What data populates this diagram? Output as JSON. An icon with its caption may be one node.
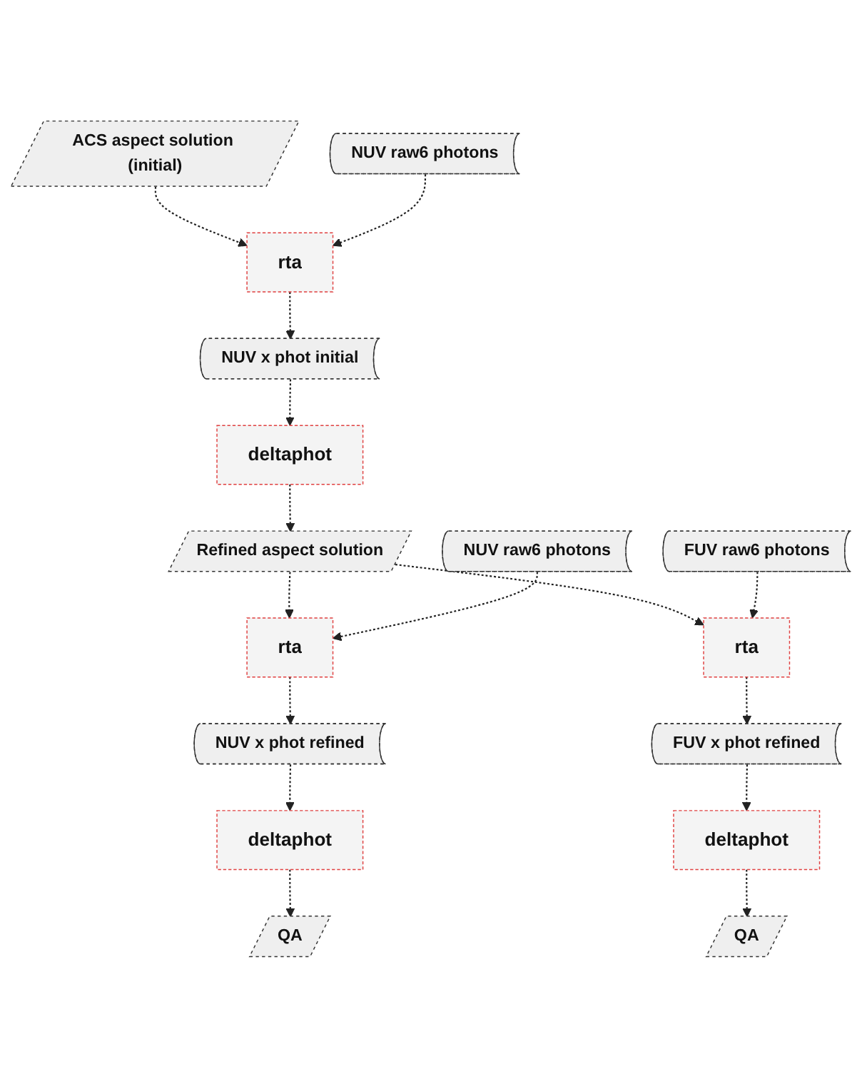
{
  "diagram": {
    "nodes": [
      {
        "text": [
          "ACS aspect solution (initial)"
        ]
      },
      {
        "text": [
          "NUV raw6 photons"
        ]
      },
      {
        "text": [
          "rta"
        ]
      },
      {
        "text": [
          "NUV x phot initial"
        ]
      },
      {
        "text": [
          "deltaphot"
        ]
      },
      {
        "text": [
          "Refined aspect solution"
        ]
      },
      {
        "text": [
          "NUV raw6 photons"
        ]
      },
      {
        "text": [
          "rta"
        ]
      },
      {
        "text": [
          "NUV x phot refined"
        ]
      },
      {
        "text": [
          "deltaphot"
        ]
      },
      {
        "text": [
          "QA"
        ]
      },
      {
        "text": [
          "FUV raw6 photons"
        ]
      },
      {
        "text": [
          "rta"
        ]
      },
      {
        "text": [
          "FUV x phot refined"
        ]
      },
      {
        "text": [
          "deltaphot"
        ]
      },
      {
        "text": [
          "QA"
        ]
      }
    ],
    "edges": [
      {
        "from": 0,
        "to": 2,
        "arrow": "to",
        "style": "dashed"
      },
      {
        "from": 1,
        "to": 2,
        "arrow": "to",
        "style": "dashed"
      },
      {
        "from": 2,
        "to": 3,
        "arrow": "to",
        "style": "dashed"
      },
      {
        "from": 3,
        "to": 4,
        "arrow": "to",
        "style": "dashed"
      },
      {
        "from": 4,
        "to": 5,
        "arrow": "to",
        "style": "dashed"
      },
      {
        "from": 5,
        "to": 7,
        "arrow": "to",
        "style": "dashed"
      },
      {
        "from": 6,
        "to": 7,
        "arrow": "to",
        "style": "dashed"
      },
      {
        "from": 7,
        "to": 8,
        "arrow": "to",
        "style": "dashed"
      },
      {
        "from": 8,
        "to": 9,
        "arrow": "to",
        "style": "dashed"
      },
      {
        "from": 9,
        "to": 10,
        "arrow": "to",
        "style": "dashed"
      },
      {
        "from": 5,
        "to": 12,
        "arrow": "to",
        "style": "dashed"
      },
      {
        "from": 11,
        "to": 12,
        "arrow": "to",
        "style": "dashed"
      },
      {
        "from": 12,
        "to": 13,
        "arrow": "to",
        "style": "dashed"
      },
      {
        "from": 13,
        "to": 14,
        "arrow": "to",
        "style": "dashed"
      },
      {
        "from": 14,
        "to": 15,
        "arrow": "to",
        "style": "dashed"
      }
    ]
  }
}
